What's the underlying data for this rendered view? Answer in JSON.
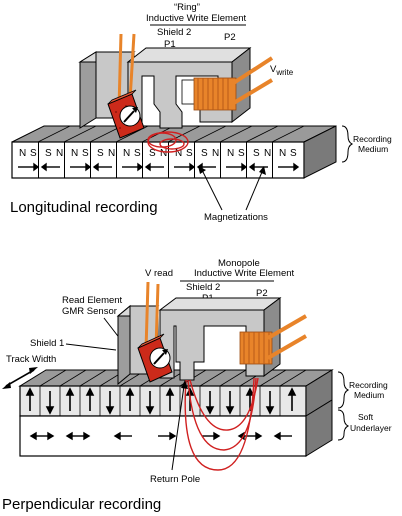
{
  "top": {
    "ring_label": "“Ring”",
    "write_element_label": "Inductive Write Element",
    "shield2_label": "Shield 2",
    "p1_label": "P1",
    "p2_label": "P2",
    "vwrite_label": "V",
    "vwrite_sub": "write",
    "recording_medium_label_1": "Recording",
    "recording_medium_label_2": "Medium",
    "cells": [
      "N S",
      "S N",
      "N S",
      "S N",
      "N S",
      "S N",
      "N S",
      "S N",
      "N S",
      "S N",
      "N S"
    ],
    "magnetizations_label": "Magnetizations",
    "title": "Longitudinal recording"
  },
  "bottom": {
    "monopole_label": "Monopole",
    "write_element_label": "Inductive Write Element",
    "vread_label": "V read",
    "shield2_label": "Shield 2",
    "p1_label": "P1",
    "p2_label": "P2",
    "read_element_label_1": "Read Element",
    "read_element_label_2": "GMR Sensor",
    "shield1_label": "Shield 1",
    "track_width_label": "Track Width",
    "recording_medium_label_1": "Recording",
    "recording_medium_label_2": "Medium",
    "soft_underlayer_label_1": "Soft",
    "soft_underlayer_label_2": "Underlayer",
    "return_pole_label": "Return Pole",
    "title": "Perpendicular recording"
  },
  "colors": {
    "head_gray": "#c8c8c8",
    "head_dark": "#8c8c8c",
    "coil_orange": "#e8842a",
    "sensor_red": "#cc2a1a",
    "field_red": "#d02020",
    "medium_gray": "#bdbdbd"
  }
}
